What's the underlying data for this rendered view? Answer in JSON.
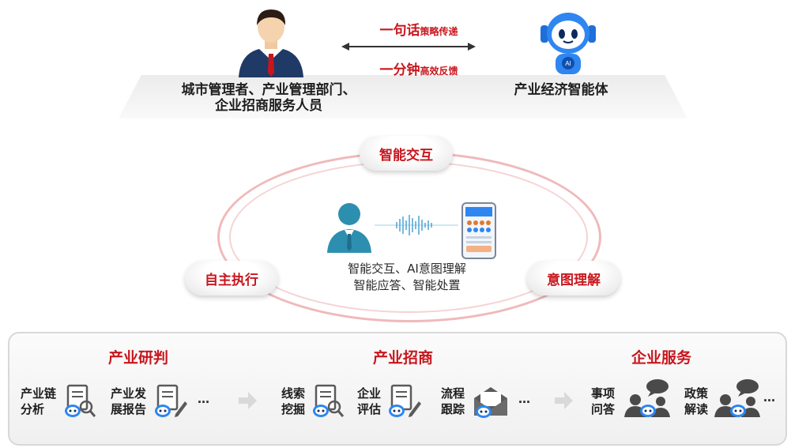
{
  "top": {
    "left_label_line1": "城市管理者、产业管理部门、",
    "left_label_line2": "企业招商服务人员",
    "right_label": "产业经济智能体",
    "msg1_big": "一句话",
    "msg1_small": "策略传递",
    "msg2_big": "一分钟",
    "msg2_small": "高效反馈",
    "robot_badge": "AI"
  },
  "cycle": {
    "top_node": "智能交互",
    "left_node": "自主执行",
    "right_node": "意图理解",
    "center_line1": "智能交互、AI意图理解",
    "center_line2": "智能应答、智能处置"
  },
  "sections": [
    {
      "title": "产业研判",
      "items": [
        {
          "label": [
            "产业链",
            "分析"
          ],
          "icon": "report-search-icon"
        },
        {
          "label": [
            "产业发",
            "展报告"
          ],
          "icon": "report-pen-icon"
        }
      ],
      "more": "…"
    },
    {
      "title": "产业招商",
      "items": [
        {
          "label": [
            "线索",
            "挖掘"
          ],
          "icon": "report-search-icon"
        },
        {
          "label": [
            "企业",
            "评估"
          ],
          "icon": "report-pen-icon"
        },
        {
          "label": [
            "流程",
            "跟踪"
          ],
          "icon": "envelope-icon"
        }
      ],
      "more": "…"
    },
    {
      "title": "企业服务",
      "items": [
        {
          "label": [
            "事项",
            "问答"
          ],
          "icon": "chat-people-icon"
        },
        {
          "label": [
            "政策",
            "解读"
          ],
          "icon": "chat-people-icon"
        }
      ],
      "more": "…"
    }
  ],
  "colors": {
    "accent": "#c8161d",
    "blue": "#1e6fd9",
    "person_suit": "#1f3a66"
  }
}
